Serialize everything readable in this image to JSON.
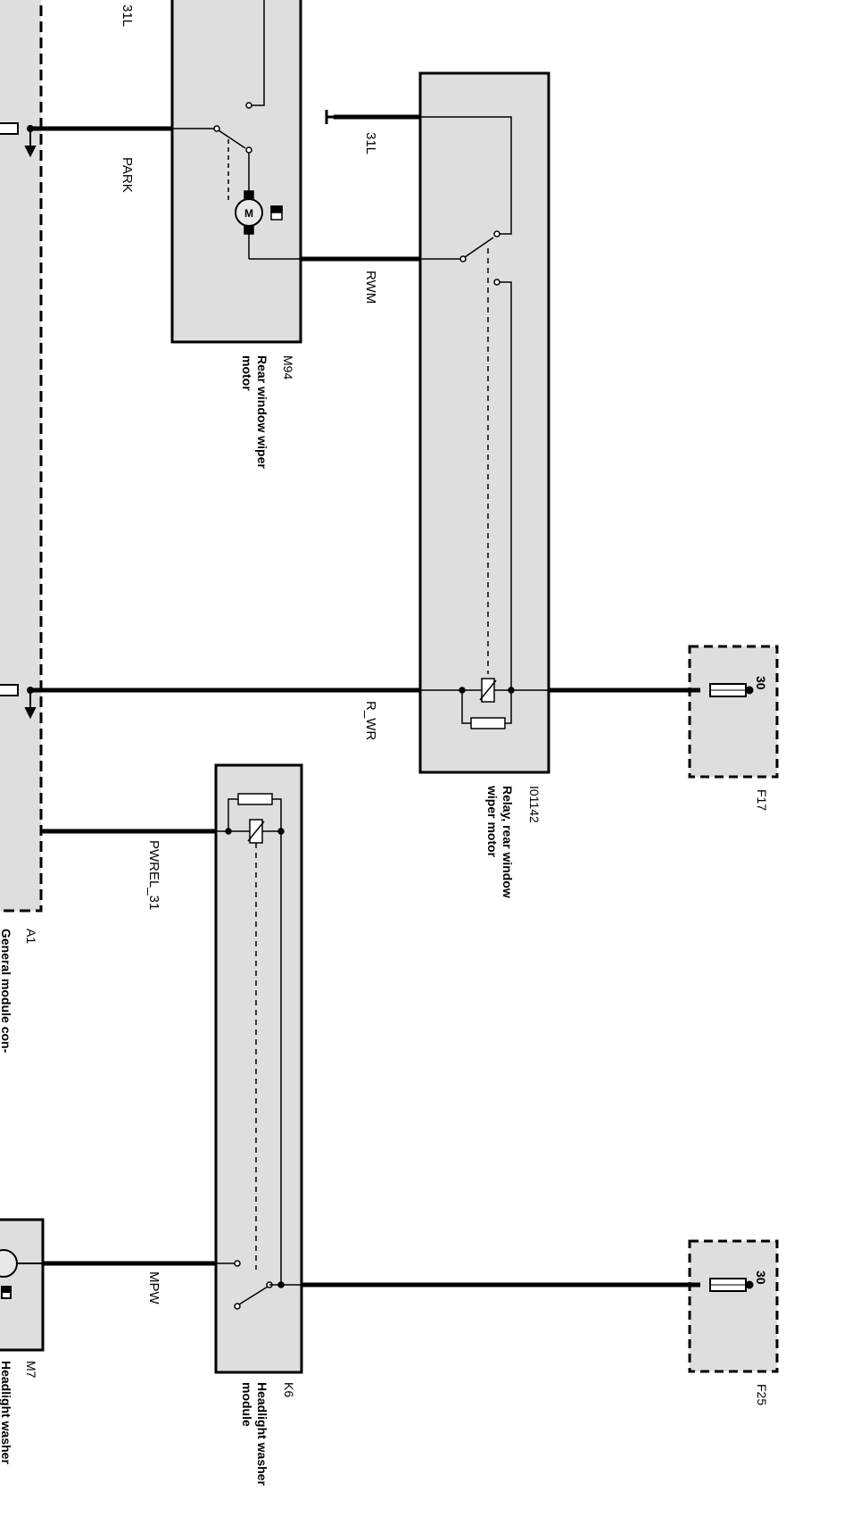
{
  "components": {
    "a1": {
      "code": "A1",
      "name": "General module con-"
    },
    "m94": {
      "code": "M94",
      "name_line1": "Rear window wiper",
      "name_line2": "motor"
    },
    "i01142": {
      "code": "I01142",
      "name_line1": "Relay, rear window",
      "name_line2": "wiper motor"
    },
    "f17": {
      "code": "F17",
      "terminal": "30"
    },
    "k6": {
      "code": "K6",
      "name_line1": "Headlight washer",
      "name_line2": "module"
    },
    "f25": {
      "code": "F25",
      "terminal": "30"
    },
    "m7": {
      "code": "M7",
      "name": "Headlight washer"
    }
  },
  "wires": {
    "ground_top": "31L",
    "ground_relay": "31L",
    "park": "PARK",
    "rwm": "RWM",
    "r_wr": "R_WR",
    "pwrel_31": "PWREL_31",
    "mpw": "MPW"
  },
  "motor_symbol": "M",
  "colors": {
    "box_fill": "#dedede",
    "line": "#000000",
    "background": "#ffffff"
  },
  "icons": [
    "ground-icon",
    "motor-icon",
    "fuse-icon",
    "relay-coil-icon",
    "switch-icon",
    "resistor-icon"
  ]
}
